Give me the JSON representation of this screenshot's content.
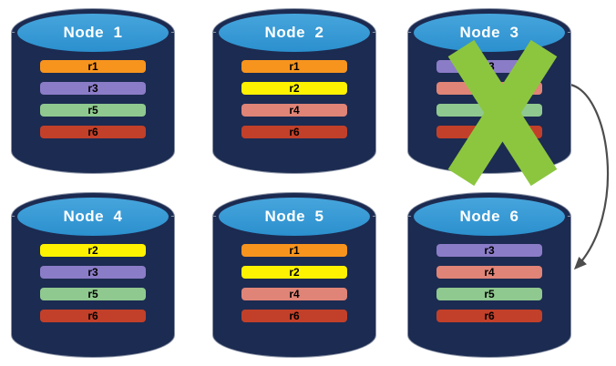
{
  "palette": {
    "background": "#FFFFFF",
    "cylinder_body": "#1C2B51",
    "cylinder_top_blue": "#3095D2",
    "node_title_text": "#FFFFFF",
    "replica_label_text": "#000000",
    "failure_x_green": "#8CC63F",
    "arrow_gray": "#4D4D4D"
  },
  "replica_colors": {
    "r1": "#F7941E",
    "r2": "#FFF200",
    "r3": "#8B7CC8",
    "r4": "#E08477",
    "r5": "#8FC98F",
    "r6": "#C2402A"
  },
  "nodes": [
    {
      "title": "Node  1",
      "failed": false,
      "replicas": [
        {
          "label": "r1",
          "color": "#F7941E"
        },
        {
          "label": "r3",
          "color": "#8B7CC8"
        },
        {
          "label": "r5",
          "color": "#8FC98F"
        },
        {
          "label": "r6",
          "color": "#C2402A"
        }
      ]
    },
    {
      "title": "Node  2",
      "failed": false,
      "replicas": [
        {
          "label": "r1",
          "color": "#F7941E"
        },
        {
          "label": "r2",
          "color": "#FFF200"
        },
        {
          "label": "r4",
          "color": "#E08477"
        },
        {
          "label": "r6",
          "color": "#C2402A"
        }
      ]
    },
    {
      "title": "Node  3",
      "failed": true,
      "replicas": [
        {
          "label": "r3",
          "color": "#8B7CC8"
        },
        {
          "label": "r4",
          "color": "#E08477"
        },
        {
          "label": "r5",
          "color": "#8FC98F"
        },
        {
          "label": "r6",
          "color": "#C2402A"
        }
      ]
    },
    {
      "title": "Node  4",
      "failed": false,
      "replicas": [
        {
          "label": "r2",
          "color": "#FFF200"
        },
        {
          "label": "r3",
          "color": "#8B7CC8"
        },
        {
          "label": "r5",
          "color": "#8FC98F"
        },
        {
          "label": "r6",
          "color": "#C2402A"
        }
      ]
    },
    {
      "title": "Node  5",
      "failed": false,
      "replicas": [
        {
          "label": "r1",
          "color": "#F7941E"
        },
        {
          "label": "r2",
          "color": "#FFF200"
        },
        {
          "label": "r4",
          "color": "#E08477"
        },
        {
          "label": "r6",
          "color": "#C2402A"
        }
      ]
    },
    {
      "title": "Node  6",
      "failed": false,
      "replicas": [
        {
          "label": "r3",
          "color": "#8B7CC8"
        },
        {
          "label": "r4",
          "color": "#E08477"
        },
        {
          "label": "r5",
          "color": "#8FC98F"
        },
        {
          "label": "r6",
          "color": "#C2402A"
        }
      ]
    }
  ],
  "annotations": {
    "failed_node": "Node 3",
    "arrow": {
      "from": "Node 3",
      "to": "Node 6"
    }
  }
}
